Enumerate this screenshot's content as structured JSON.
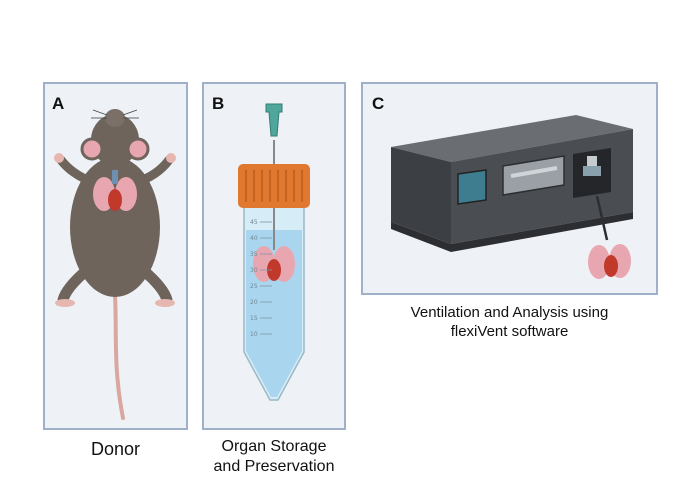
{
  "panels": [
    {
      "letter": "A",
      "caption": "Donor"
    },
    {
      "letter": "B",
      "caption_line1": "Organ Storage",
      "caption_line2": "and Preservation"
    },
    {
      "letter": "C",
      "caption_line1": "Ventilation and Analysis using",
      "caption_line2": "flexiVent software"
    }
  ],
  "tube_scale": [
    "45",
    "40",
    "35",
    "30",
    "25",
    "20",
    "15",
    "10"
  ],
  "colors": {
    "panel_border": "#9fb0c8",
    "panel_fill": "#eef2f7",
    "mouse_fur": "#6e645c",
    "tail": "#d9a7a0",
    "lung": "#e8a7b0",
    "heart": "#c0392b",
    "cap": "#e0782f",
    "needle_hub": "#4fa69a",
    "device": "#4a4d52",
    "screen": "#3d7d8f"
  }
}
